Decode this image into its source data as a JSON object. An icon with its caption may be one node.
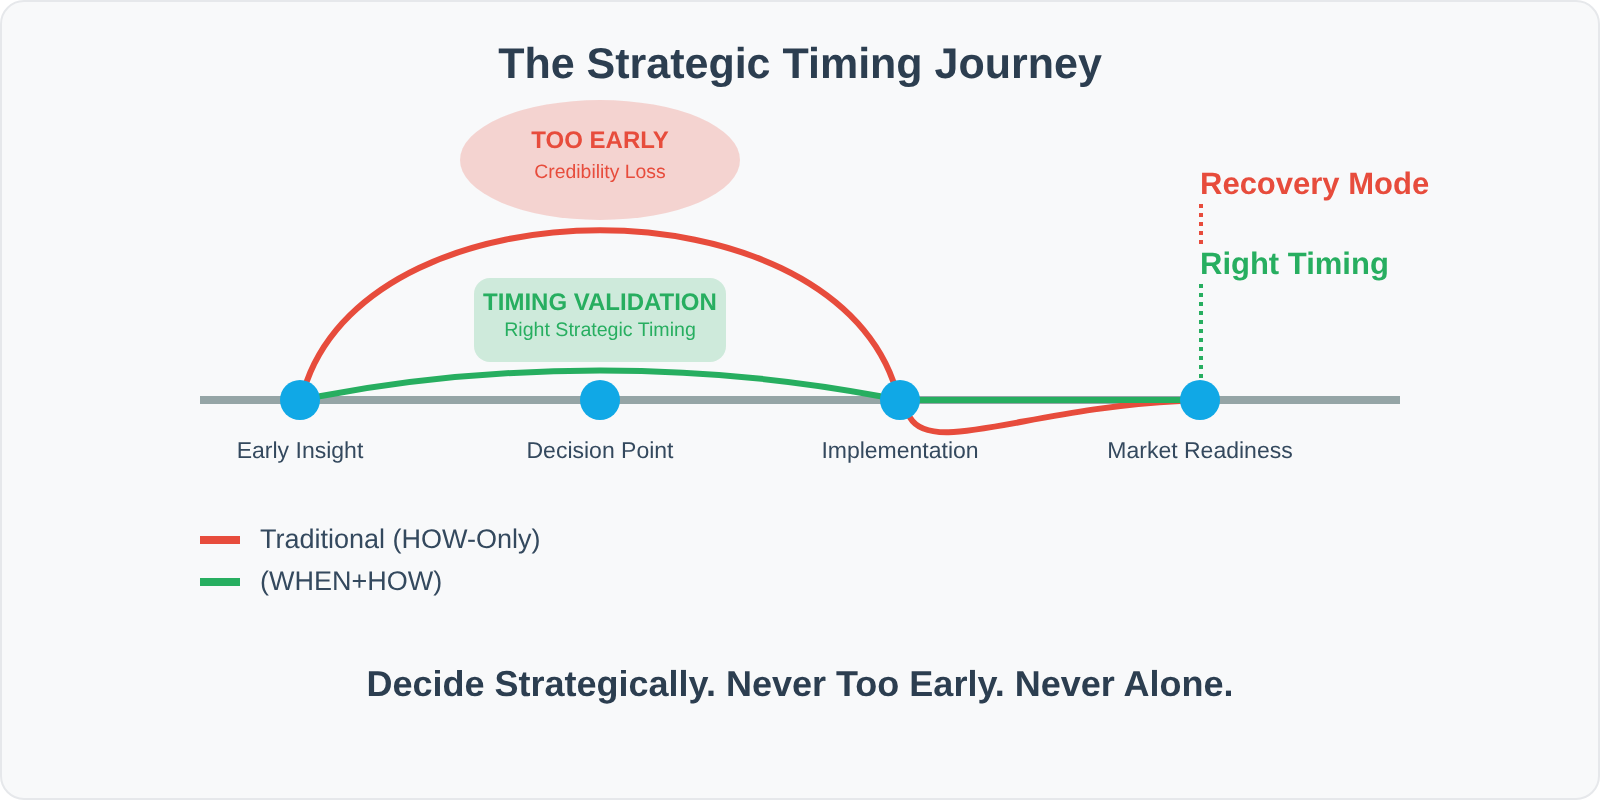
{
  "diagram": {
    "title": "The Strategic Timing Journey",
    "caption": "Decide Strategically. Never Too Early. Never Alone.",
    "nodes": [
      {
        "text": [
          "TOO EARLY",
          "Credibility Loss"
        ]
      },
      {
        "text": [
          "Recovery Mode"
        ]
      },
      {
        "text": [
          "Right Timing"
        ]
      },
      {
        "text": [
          "TIMING VALIDATION",
          "Right Strategic Timing"
        ]
      },
      {
        "text": [],
        "shape": "circle",
        "beside": [
          "Early Insight"
        ]
      },
      {
        "text": [],
        "shape": "circle",
        "beside": [
          "Decision Point"
        ]
      },
      {
        "text": [],
        "shape": "circle",
        "beside": [
          "Implementation"
        ]
      },
      {
        "text": [],
        "shape": "circle",
        "beside": [
          "Market Readiness"
        ]
      }
    ],
    "edges": [
      {
        "from": 4,
        "to": 6,
        "arrow": "none",
        "color": "#e74c3c"
      },
      {
        "from": 6,
        "to": 7,
        "arrow": "none",
        "color": "#e74c3c"
      },
      {
        "from": 4,
        "to": 6,
        "arrow": "none",
        "color": "#27ae60"
      },
      {
        "from": 6,
        "to": 7,
        "arrow": "none",
        "color": "#27ae60"
      },
      {
        "from": 1,
        "to": 2,
        "arrow": "none",
        "style": "dashed",
        "color": "#e74c3c"
      },
      {
        "from": 2,
        "to": 7,
        "arrow": "none",
        "style": "dashed",
        "color": "#27ae60"
      }
    ],
    "legend": [
      {
        "text": "Traditional (HOW-Only)",
        "color": "#e74c3c"
      },
      {
        "text": "(WHEN+HOW)",
        "color": "#27ae60"
      }
    ]
  }
}
